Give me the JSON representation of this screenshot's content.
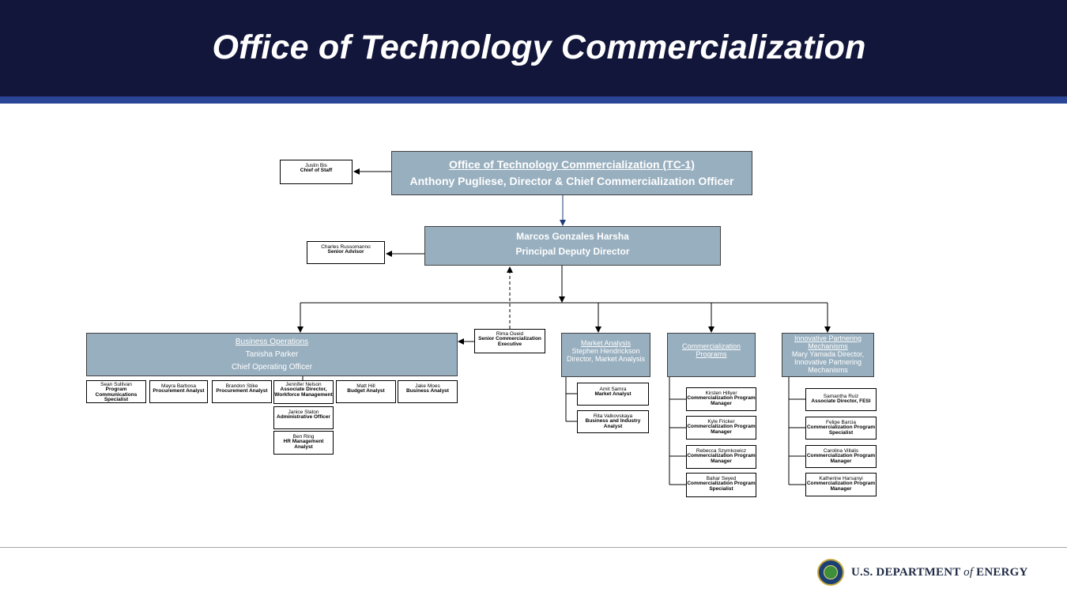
{
  "header": {
    "title": "Office of Technology Commercialization"
  },
  "footer": {
    "logo": {
      "icon": "doe-seal-icon",
      "name_prefix": "U.S. DEPARTMENT",
      "name_of": "of",
      "name_suffix": "ENERGY"
    }
  },
  "org_chart": {
    "director": {
      "office": "Office of Technology Commercialization (TC-1)",
      "name_title": "Anthony Pugliese, Director & Chief Commercialization Officer"
    },
    "chief_of_staff": {
      "name": "Justin Bis",
      "title": "Chief of Staff"
    },
    "principal_deputy": {
      "name": "Marcos Gonzales Harsha",
      "title": "Principal Deputy Director"
    },
    "senior_advisor": {
      "name": "Charles Russomanno",
      "title": "Senior Advisor"
    },
    "senior_executive": {
      "name": "Rima Oueid",
      "title": "Senior Commercialization Executive"
    },
    "business_operations": {
      "name": "Business Operations",
      "lead_name": "Tanisha Parker",
      "lead_title": "Chief Operating Officer",
      "staff": [
        {
          "name": "Sean Sullivan",
          "title": "Program Communications Specialist"
        },
        {
          "name": "Mayra Barbosa",
          "title": "Procurement Analyst"
        },
        {
          "name": "Brandon Stike",
          "title": "Procurement Analyst"
        },
        {
          "name": "Jennifer Nelson",
          "title": "Associate Director, Workforce Management"
        },
        {
          "name": "Janice Slaton",
          "title": "Administrative Officer"
        },
        {
          "name": "Ben Ring",
          "title": "HR Management Analyst"
        },
        {
          "name": "Matt Hill",
          "title": "Budget Analyst"
        },
        {
          "name": "Jake Moes",
          "title": "Business Analyst"
        }
      ]
    },
    "market_analysis": {
      "name": "Market Analysis",
      "lead": "Stephen Hendrickson Director, Market Analysis",
      "staff": [
        {
          "name": "Amit Samra",
          "title": "Market Analyst"
        },
        {
          "name": "Rita Valkovskaya",
          "title": "Business and Industry Analyst"
        }
      ]
    },
    "commercialization_programs": {
      "name": "Commercialization Programs",
      "staff": [
        {
          "name": "Kirsten Hillyer",
          "title": "Commercialization Program Manager"
        },
        {
          "name": "Kyle Fricker",
          "title": "Commercialization Program Manager"
        },
        {
          "name": "Rebecca Szymkowicz",
          "title": "Commercialization Program Manager"
        },
        {
          "name": "Bahar Seyed",
          "title": "Commercialization Program Specialist"
        }
      ]
    },
    "innovative_partnering": {
      "name": "Innovative Partnering Mechanisms",
      "lead": "Mary Yamada Director, Innovative Partnering Mechanisms",
      "staff": [
        {
          "name": "Samantha Ruiz",
          "title": "Associate Director, FESI"
        },
        {
          "name": "Felipe Barcia",
          "title": "Commercialization Program Specialist"
        },
        {
          "name": "Carolina Villalis",
          "title": "Commercialization Program Manager"
        },
        {
          "name": "Katherine Harsanyi",
          "title": "Commercialization Program Manager"
        }
      ]
    }
  }
}
